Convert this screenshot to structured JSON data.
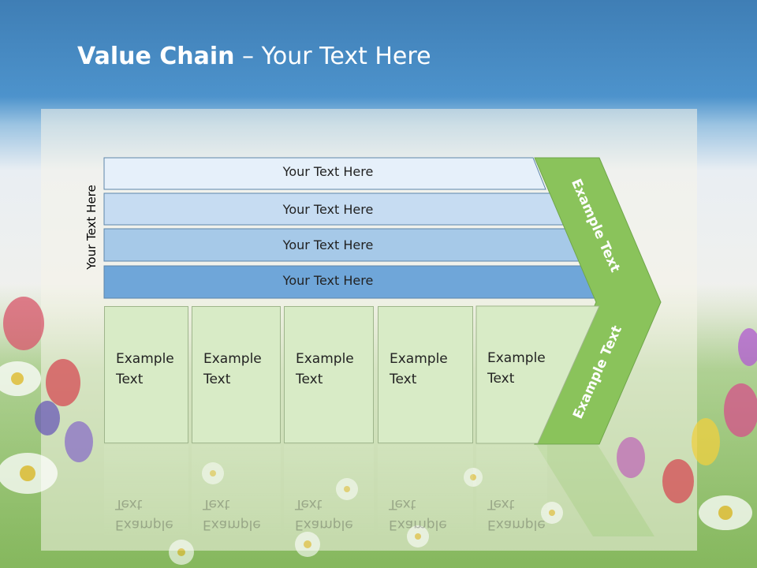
{
  "slide": {
    "title_bold": "Value Chain",
    "title_rest": " – Your Text Here",
    "side_label": "Your Text Here"
  },
  "bars": [
    {
      "label": "Your Text Here",
      "color": "#e6f0fa"
    },
    {
      "label": "Your Text Here",
      "color": "#c6dcf2"
    },
    {
      "label": "Your Text Here",
      "color": "#a6c9e8"
    },
    {
      "label": "Your Text Here",
      "color": "#6fa6d9"
    }
  ],
  "boxes": [
    {
      "label": "Example Text"
    },
    {
      "label": "Example Text"
    },
    {
      "label": "Example Text"
    },
    {
      "label": "Example Text"
    },
    {
      "label": "Example Text"
    }
  ],
  "chevron": {
    "upper_label": "Example Text",
    "lower_label": "Example Text",
    "color": "#8ac35b"
  },
  "colors": {
    "sky": "#4a90c8",
    "box_fill": "#d8ebc6"
  }
}
